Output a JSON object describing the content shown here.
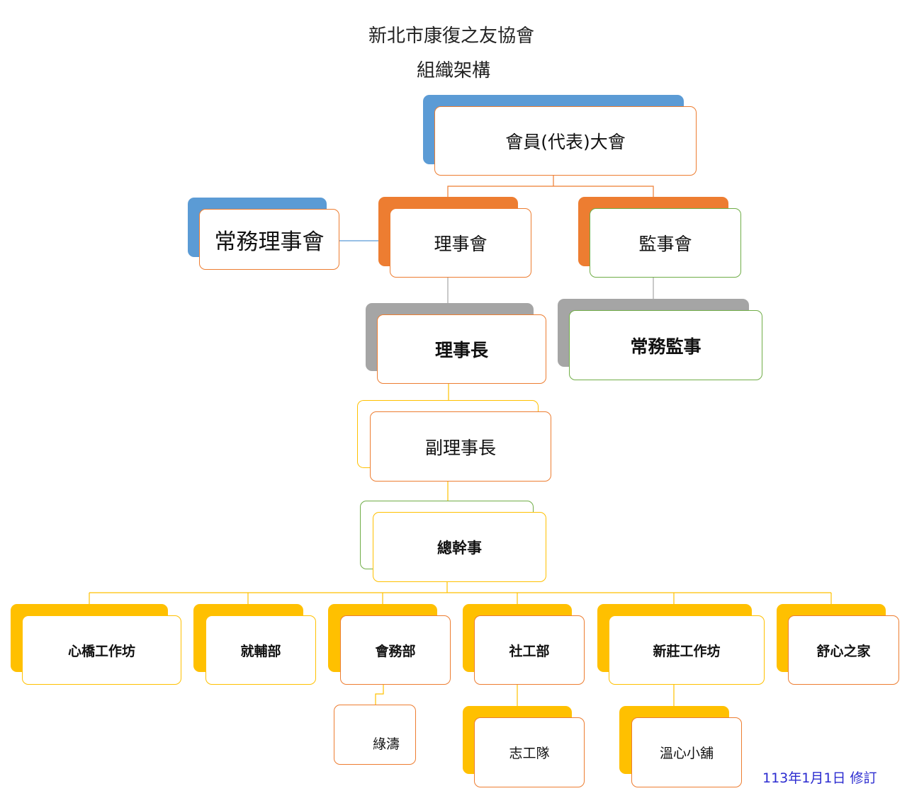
{
  "title": {
    "line1": "新北市康復之友協會",
    "line2": "組織架構"
  },
  "colors": {
    "blue": "#5b9bd5",
    "orange": "#ed7d31",
    "gray": "#a5a5a5",
    "gold": "#ffc000",
    "green_border": "#70ad47",
    "orange_border": "#ed7d31",
    "connector": "#ed7d31"
  },
  "nodes": {
    "general_assembly": "會員(代表)大會",
    "standing_directors": "常務理事會",
    "board_of_directors": "理事會",
    "board_of_supervisors": "監事會",
    "chairman": "理事長",
    "standing_supervisor": "常務監事",
    "vice_chairman": "副理事長",
    "secretary_general": "總幹事",
    "xinqiao_workshop": "心橋工作坊",
    "employment_dept": "就輔部",
    "affairs_dept": "會務部",
    "social_work_dept": "社工部",
    "xinzhuang_workshop": "新莊工作坊",
    "shuxin_home": "舒心之家",
    "lvtao": "綠濤",
    "volunteer_team": "志工隊",
    "warm_heart_shop": "溫心小舖"
  },
  "revision_note": "113年1月1日 修訂"
}
